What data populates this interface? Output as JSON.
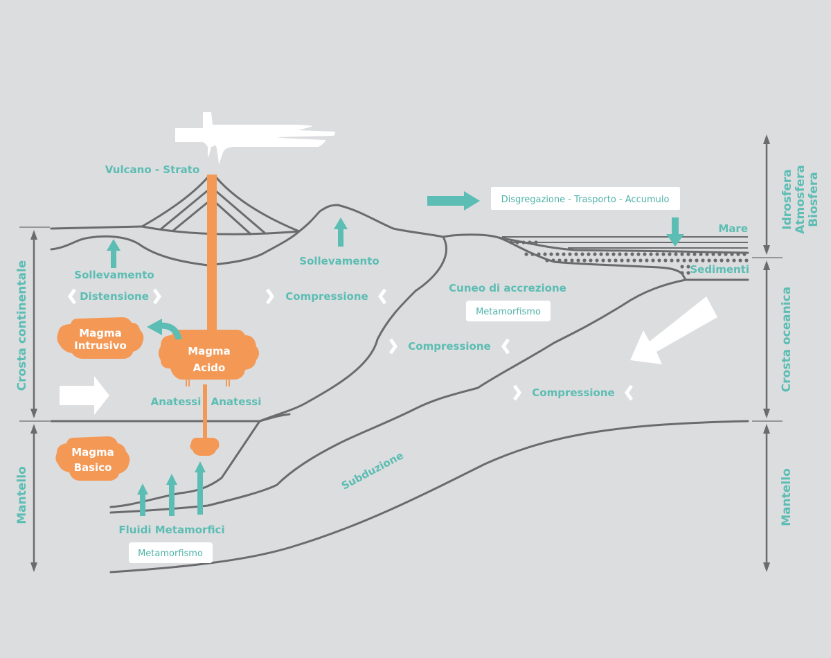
{
  "colors": {
    "background": "#dcdddf",
    "line": "#6b6b6d",
    "label": "#5bbdb3",
    "magma": "#f49855",
    "arrow": "#5bbdb3",
    "box": "#ffffff"
  },
  "labels": {
    "vulcano": "Vulcano - Strato",
    "sollevamento_left": "Sollevamento",
    "sollevamento_right": "Sollevamento",
    "distensione": "Distensione",
    "compressione_1": "Compressione",
    "compressione_2": "Compressione",
    "compressione_3": "Compressione",
    "disgregazione": "Disgregazione - Trasporto - Accumulo",
    "mare": "Mare",
    "sedimenti": "Sedimenti",
    "cuneo": "Cuneo di accrezione",
    "metamorfismo_upper": "Metamorfismo",
    "metamorfismo_lower": "Metamorfismo",
    "magma_intrusivo_1": "Magma",
    "magma_intrusivo_2": "Intrusivo",
    "magma_acido_1": "Magma",
    "magma_acido_2": "Acido",
    "magma_basico_1": "Magma",
    "magma_basico_2": "Basico",
    "anatessi_left": "Anatessi",
    "anatessi_right": "Anatessi",
    "fluidi": "Fluidi Metamorfici",
    "subduzione": "Subduzione"
  },
  "axes": {
    "left": {
      "crosta": "Crosta continentale",
      "mantello": "Mantello"
    },
    "right": {
      "idrosfera": "Idrosfera",
      "atmosfera": "Atmosfera",
      "biosfera": "Biosfera",
      "crosta": "Crosta oceanica",
      "mantello": "Mantello"
    }
  }
}
